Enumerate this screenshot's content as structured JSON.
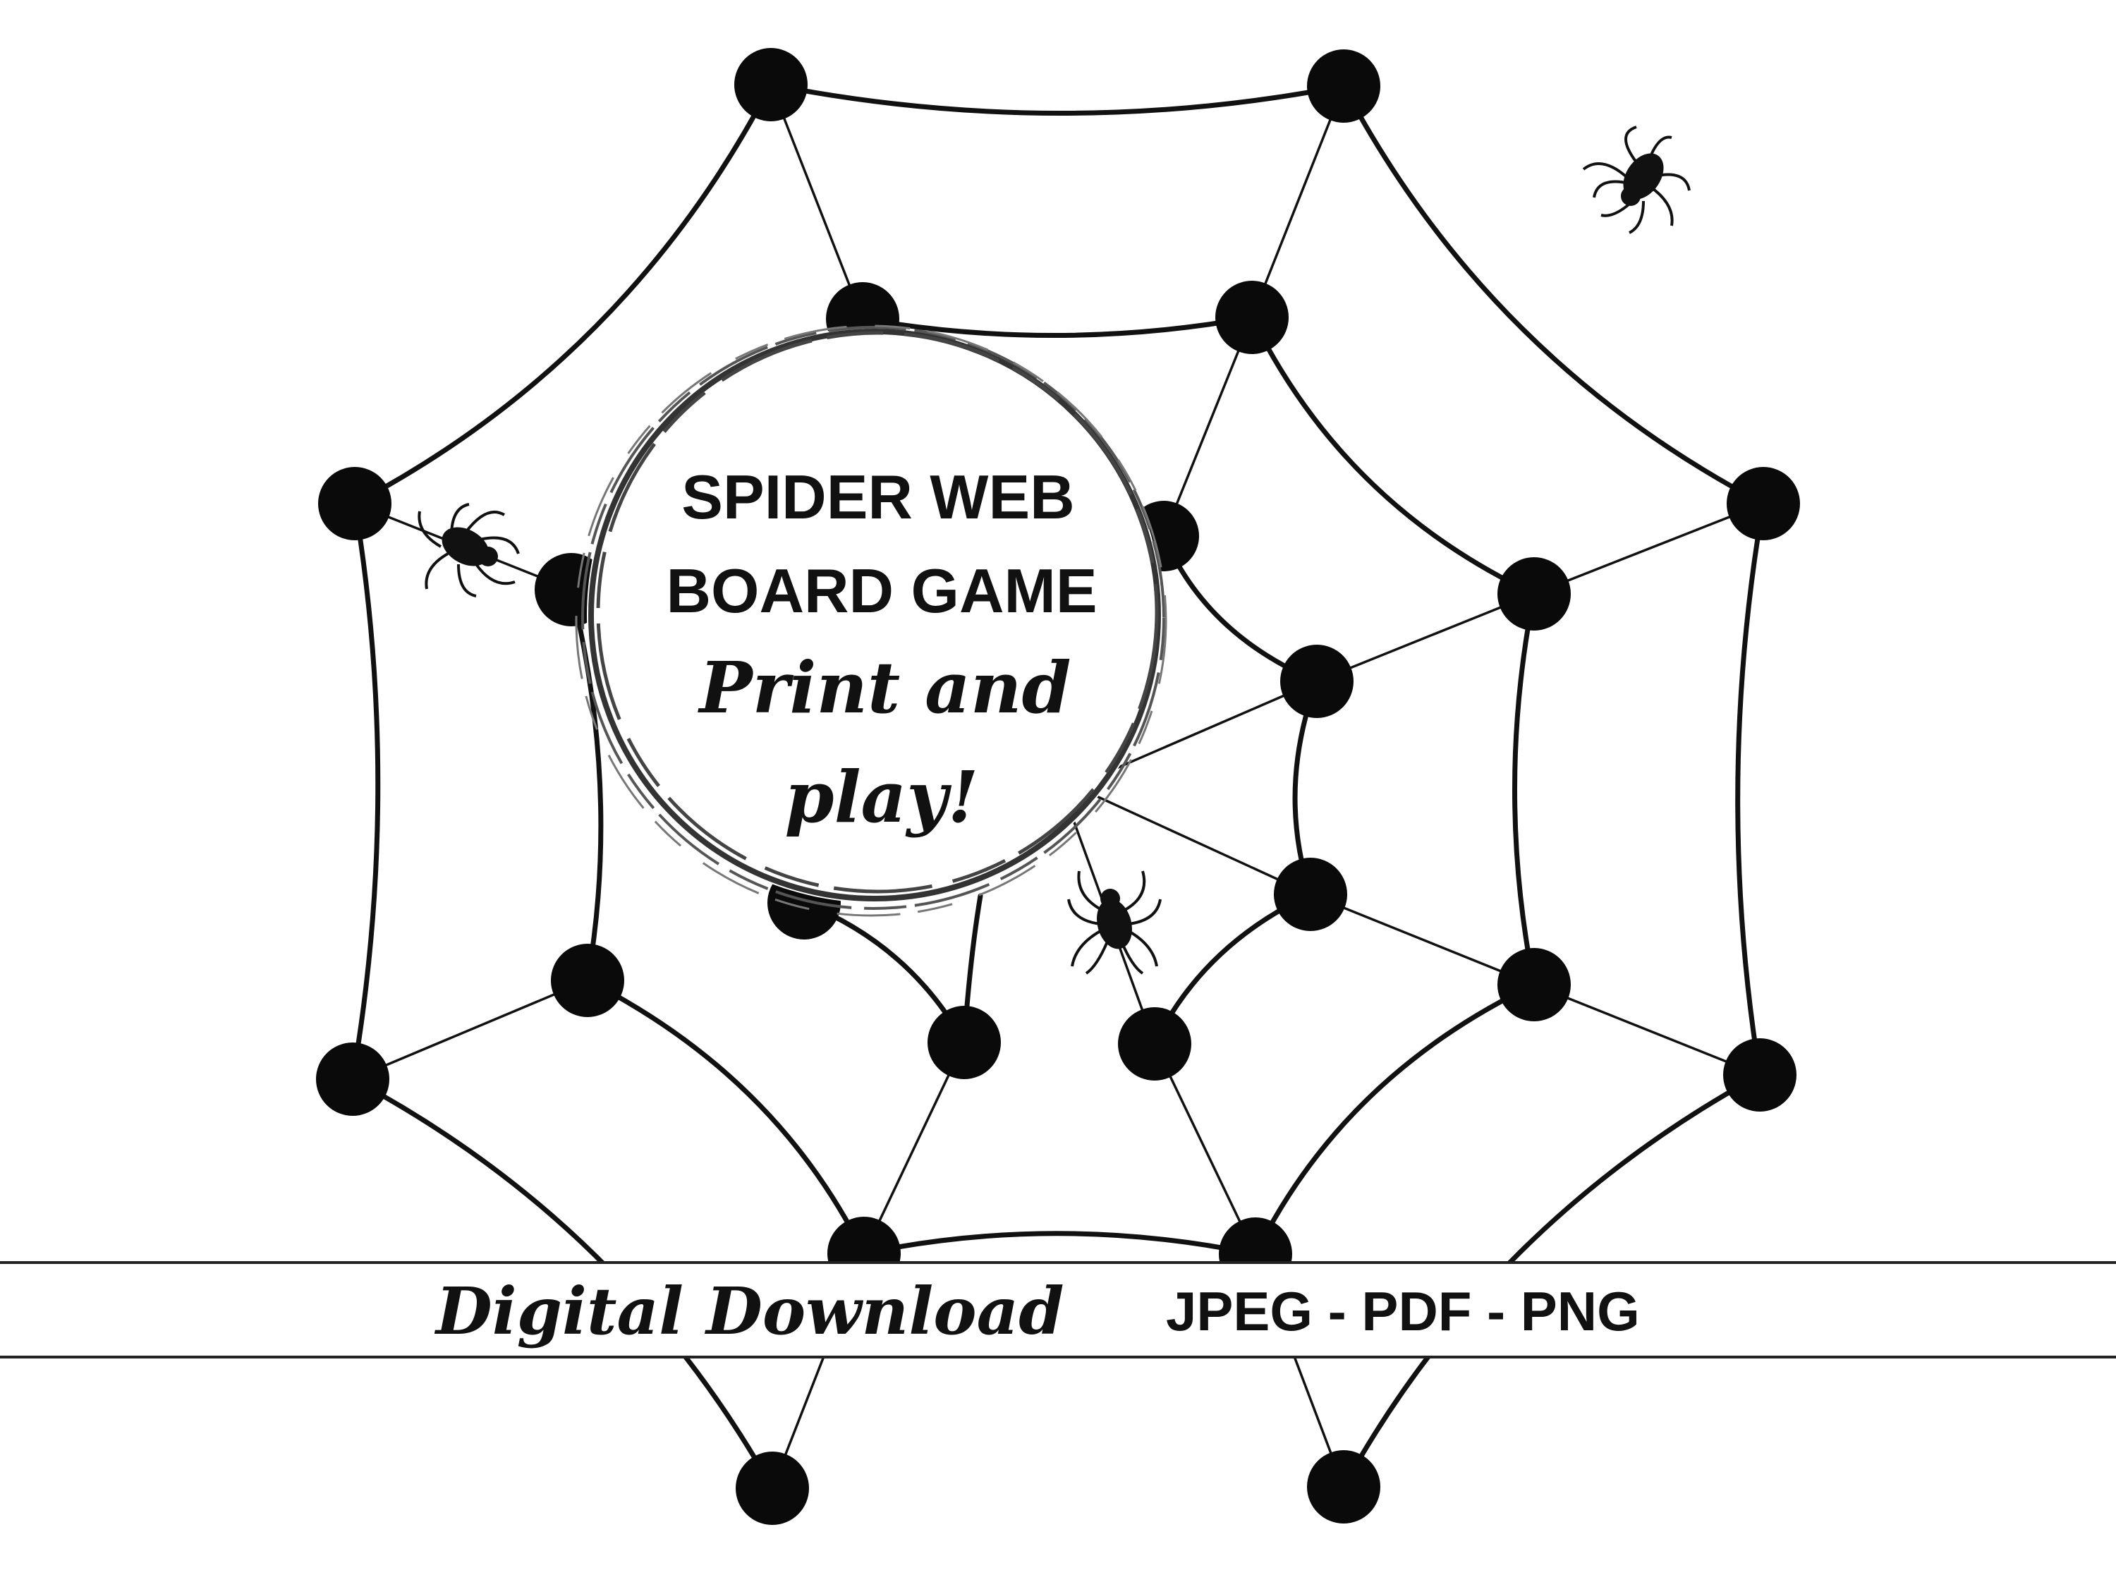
{
  "badge": {
    "line1": "SPIDER WEB",
    "line2": "BOARD GAME",
    "script_line1": "Print and",
    "script_line2": "play!"
  },
  "banner": {
    "script": "Digital Download",
    "formats": "JPEG - PDF - PNG"
  },
  "colors": {
    "ink": "#0a0a0a",
    "background": "#ffffff"
  }
}
